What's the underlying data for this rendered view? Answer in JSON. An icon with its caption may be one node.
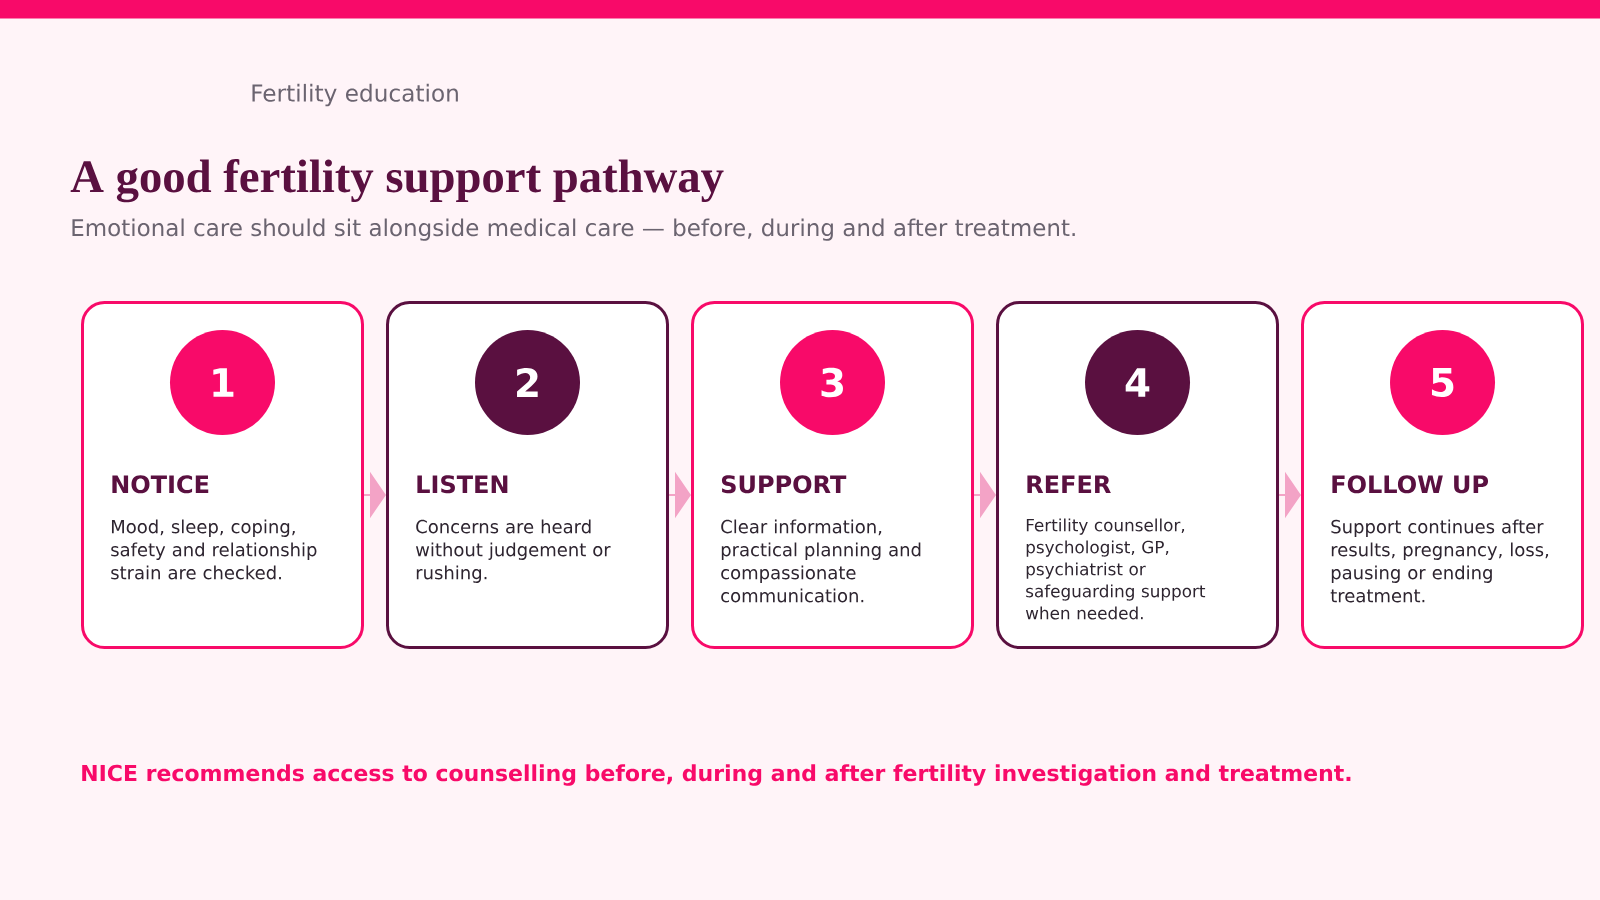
{
  "diagram": {
    "title": "A good fertility support pathway",
    "nodes": [
      {
        "text": [],
        "shape": "bar"
      },
      {
        "text": [
          "NOTICE",
          "Mood, sleep, coping, safety and relationship strain are checked."
        ]
      },
      {
        "text": [
          "1"
        ],
        "in": 1
      },
      {
        "text": [
          "LISTEN",
          "Concerns are heard without judgement or rushing."
        ]
      },
      {
        "text": [
          "2"
        ],
        "in": 3
      },
      {
        "text": [
          "SUPPORT",
          "Clear information, practical planning and compassionate communication."
        ]
      },
      {
        "text": [
          "3"
        ],
        "in": 5
      },
      {
        "text": [
          "REFER",
          "Fertility counsellor, psychologist, GP, psychiatrist or safeguarding support when needed."
        ]
      },
      {
        "text": [
          "4"
        ],
        "in": 7
      },
      {
        "text": [
          "FOLLOW UP",
          "Support continues after results, pregnancy, loss, pausing or ending treatment."
        ]
      },
      {
        "text": [
          "5"
        ],
        "in": 9
      }
    ],
    "edges": [
      {
        "from": 1,
        "to": 3,
        "arrow": "to"
      },
      {
        "from": 3,
        "to": 5,
        "arrow": "to"
      },
      {
        "from": 5,
        "to": 7,
        "arrow": "to"
      },
      {
        "from": 7,
        "to": 9,
        "arrow": "to"
      }
    ],
    "labels": [
      "Fertility education",
      "Emotional care should sit alongside medical care — before, during and after treatment.",
      "NICE recommends access to counselling before, during and after fertility investigation and treatment."
    ]
  }
}
